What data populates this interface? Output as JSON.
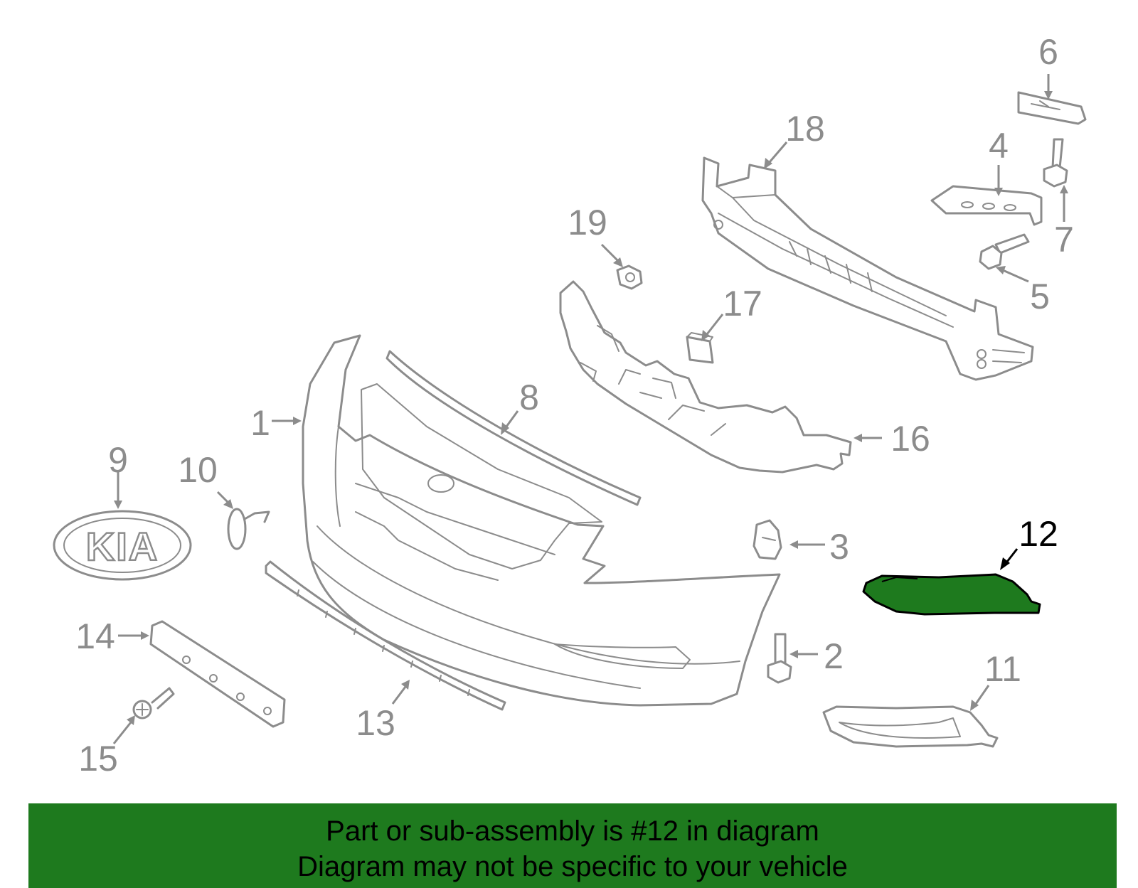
{
  "diagram": {
    "callouts": [
      "1",
      "2",
      "3",
      "4",
      "5",
      "6",
      "7",
      "8",
      "9",
      "10",
      "11",
      "12",
      "13",
      "14",
      "15",
      "16",
      "17",
      "18",
      "19"
    ],
    "highlighted_part": "12",
    "emblem_text": "KIA",
    "highlight_color": "#1e7a1e"
  },
  "caption": {
    "line1": "Part or sub-assembly is #12 in diagram",
    "line2": "Diagram may not be specific to your vehicle"
  }
}
